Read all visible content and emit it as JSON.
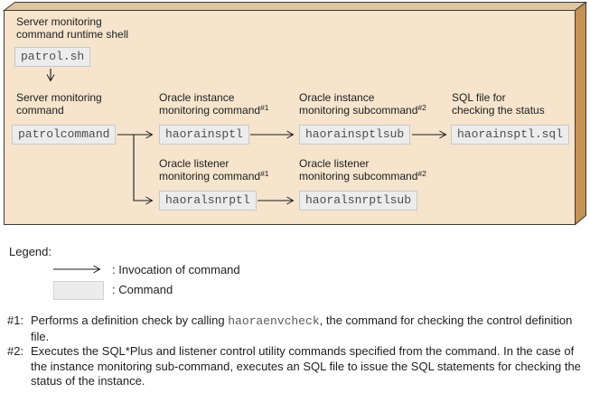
{
  "diagram": {
    "labels": [
      {
        "line1": "Server monitoring",
        "line2": "command runtime shell",
        "sup": ""
      },
      {
        "line1": "Server monitoring",
        "line2": "command",
        "sup": ""
      },
      {
        "line1": "Oracle instance",
        "line2": "monitoring command",
        "sup": "#1"
      },
      {
        "line1": "Oracle instance",
        "line2": "monitoring subcommand",
        "sup": "#2"
      },
      {
        "line1": "SQL file for",
        "line2": "checking the status",
        "sup": ""
      },
      {
        "line1": "Oracle listener",
        "line2": "monitoring command",
        "sup": "#1"
      },
      {
        "line1": "Oracle listener",
        "line2": "monitoring subcommand",
        "sup": "#2"
      }
    ],
    "commands": [
      "patrol.sh",
      "patrolcommand",
      "haorainsptl",
      "haorainsptlsub",
      "haorainsptl.sql",
      "haoralsnrptl",
      "haoralsnrptlsub"
    ]
  },
  "legend": {
    "title": "Legend:",
    "arrow_label": ": Invocation of command",
    "box_label": ": Command"
  },
  "footnotes": [
    {
      "marker": "#1:",
      "before": "Performs a definition check by calling ",
      "code": "haoraenvcheck",
      "after": ", the command for checking the control definition file."
    },
    {
      "marker": "#2:",
      "before": "Executes the SQL*Plus and listener control utility commands specified from the command. In the case of the instance monitoring sub-command, executes an SQL file to issue the SQL statements for checking the status of the instance.",
      "code": "",
      "after": ""
    }
  ],
  "colors": {
    "panel_face": "#F6E4CD",
    "panel_top": "#DFC5A0",
    "panel_side": "#C49157",
    "panel_outline": "#3B3A2F",
    "arrow": "#1A1A1A",
    "command_box_fill": "#ECECEC"
  }
}
